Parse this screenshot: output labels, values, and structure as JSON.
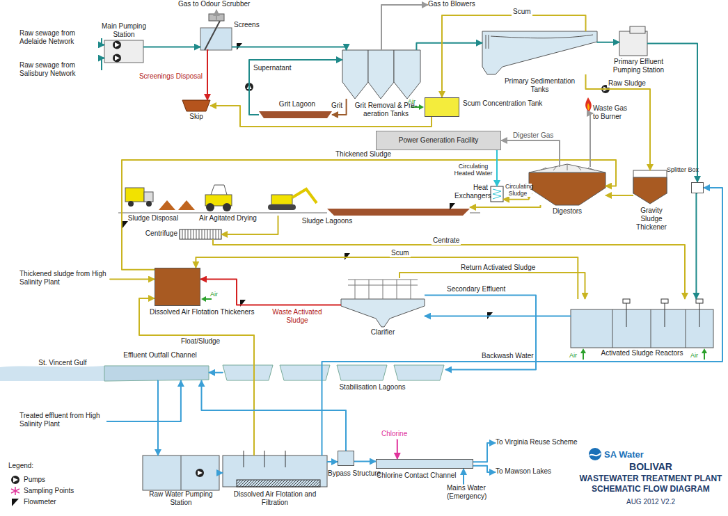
{
  "diagram": {
    "title": "WASTEWATER TREATMENT PLANT SCHEMATIC FLOW DIAGRAM",
    "nodes": [
      {
        "text": [
          "Raw sewage from Adelaide Network"
        ]
      },
      {
        "text": [
          "Raw sewage from Salisbury Network"
        ]
      },
      {
        "text": [
          "Main Pumping Station"
        ]
      },
      {
        "text": [
          "Gas to Odour Scrubber"
        ]
      },
      {
        "text": [
          "Screens"
        ]
      },
      {
        "text": [
          "Skip"
        ]
      },
      {
        "text": [
          "Grit Lagoon"
        ]
      },
      {
        "text": [
          "Grit Removal & Pre-aeration Tanks"
        ]
      },
      {
        "text": [
          "Scum Concentration Tank"
        ]
      },
      {
        "text": [
          "Gas to Blowers"
        ]
      },
      {
        "text": [
          "Primary Sedimentation Tanks"
        ]
      },
      {
        "text": [
          "Primary Effluent Pumping Station"
        ]
      },
      {
        "text": [
          "Power Generation Facility"
        ]
      },
      {
        "text": [
          "Waste Gas to Burner"
        ]
      },
      {
        "text": [
          "Digestors"
        ]
      },
      {
        "text": [
          "Heat Exchangers"
        ]
      },
      {
        "text": [
          "Gravity Sludge Thickener"
        ]
      },
      {
        "text": [
          "Splitter Box"
        ]
      },
      {
        "text": [
          "Sludge Lagoons"
        ]
      },
      {
        "text": [
          "Centrifuge"
        ]
      },
      {
        "text": [
          "Dissolved Air Flotation Thickeners"
        ]
      },
      {
        "text": [
          "Thickened sludge from High Salinity Plant"
        ]
      },
      {
        "text": [
          "Clarifier"
        ]
      },
      {
        "text": [
          "Activated Sludge Reactors"
        ]
      },
      {
        "text": [
          "Effluent Outfall Channel"
        ]
      },
      {
        "text": [
          "Stabilisation Lagoons"
        ]
      },
      {
        "text": [
          "Treated effluent from High Salinity Plant"
        ]
      },
      {
        "text": [
          "Raw Water Pumping Station"
        ]
      },
      {
        "text": [
          "Dissolved Air Flotation and Filtration"
        ]
      },
      {
        "text": [
          "Bypass Structure"
        ]
      },
      {
        "text": [
          "Chlorine Contact Channel"
        ]
      },
      {
        "text": [
          "Chlorine"
        ]
      },
      {
        "text": [
          "Mains Water (Emergency)"
        ]
      },
      {
        "text": [
          "To Virginia Reuse Scheme"
        ]
      },
      {
        "text": [
          "To Mawson Lakes"
        ]
      }
    ],
    "edges": [
      {
        "from": 0,
        "to": 2,
        "arrow": "to"
      },
      {
        "from": 1,
        "to": 2,
        "arrow": "to"
      },
      {
        "from": 2,
        "to": 4,
        "arrow": "to"
      },
      {
        "from": 4,
        "to": 3,
        "arrow": "to"
      },
      {
        "from": 4,
        "to": 5,
        "arrow": "to",
        "label": "Screenings Disposal"
      },
      {
        "from": 6,
        "to": 7,
        "arrow": "to",
        "label": "Supernatant"
      },
      {
        "from": 4,
        "to": 7,
        "arrow": "to"
      },
      {
        "from": 7,
        "to": 6,
        "arrow": "to",
        "label": "Grit"
      },
      {
        "from": 7,
        "to": 9,
        "arrow": "to"
      },
      {
        "from": 7,
        "to": 10,
        "arrow": "to"
      },
      {
        "from": 10,
        "to": 8,
        "arrow": "to",
        "label": "Scum"
      },
      {
        "from": 8,
        "to": 5,
        "arrow": "to"
      },
      {
        "from": 10,
        "to": 16,
        "arrow": "to",
        "label": "Raw Sludge"
      },
      {
        "from": 10,
        "to": 11,
        "arrow": "to"
      },
      {
        "from": 11,
        "to": 17,
        "arrow": "to"
      },
      {
        "from": 20,
        "to": 14,
        "arrow": "to",
        "label": "Thickened Sludge"
      },
      {
        "from": 16,
        "to": 14,
        "arrow": "to"
      },
      {
        "from": 14,
        "to": 12,
        "arrow": "to",
        "label": "Digester Gas"
      },
      {
        "from": 14,
        "to": 13,
        "arrow": "to"
      },
      {
        "from": 12,
        "to": 15,
        "arrow": "to",
        "label": "Circulating Heated Water"
      },
      {
        "from": 14,
        "to": 15,
        "arrow": "both",
        "label": "Circulating Sludge"
      },
      {
        "from": 14,
        "to": 18,
        "arrow": "to"
      },
      {
        "from": 18,
        "to": 19,
        "arrow": "to"
      },
      {
        "from": 19,
        "to": 23,
        "arrow": "to",
        "label": "Centrate"
      },
      {
        "from": 17,
        "to": 23,
        "arrow": "to"
      },
      {
        "from": 23,
        "to": 22,
        "arrow": "to"
      },
      {
        "from": 22,
        "to": 25,
        "arrow": "to",
        "label": "Secondary Effluent"
      },
      {
        "from": 22,
        "to": 23,
        "arrow": "to",
        "label": "Return Activated Sludge"
      },
      {
        "from": 22,
        "to": 20,
        "arrow": "to",
        "label": "Waste Activated Sludge"
      },
      {
        "from": 23,
        "to": 20,
        "arrow": "to",
        "label": "Scum"
      },
      {
        "from": 21,
        "to": 20,
        "arrow": "to"
      },
      {
        "from": 28,
        "to": 20,
        "arrow": "to",
        "label": "Float/Sludge"
      },
      {
        "from": 25,
        "to": 24,
        "arrow": "to"
      },
      {
        "from": 26,
        "to": 24,
        "arrow": "to"
      },
      {
        "from": 24,
        "to": 27,
        "arrow": "to"
      },
      {
        "from": 27,
        "to": 28,
        "arrow": "to"
      },
      {
        "from": 28,
        "to": 29,
        "arrow": "to"
      },
      {
        "from": 29,
        "to": 30,
        "arrow": "to"
      },
      {
        "from": 31,
        "to": 30,
        "arrow": "to"
      },
      {
        "from": 32,
        "to": 30,
        "arrow": "to"
      },
      {
        "from": 30,
        "to": 33,
        "arrow": "to"
      },
      {
        "from": 30,
        "to": 34,
        "arrow": "to"
      },
      {
        "from": 28,
        "to": 17,
        "arrow": "to",
        "label": "Backwash Water"
      },
      {
        "from": 29,
        "to": 24,
        "arrow": "to"
      }
    ],
    "labels": [
      "Air",
      "Air",
      "Air",
      "Air",
      "Sludge Disposal",
      "Air Agitated Drying",
      "St. Vincent Gulf",
      "Legend:",
      "SA Water",
      "BOLIVAR",
      "AUG 2012 V2.2"
    ],
    "legend": [
      {
        "text": "Pumps"
      },
      {
        "text": "Sampling Points"
      },
      {
        "text": "Flowmeter"
      }
    ]
  }
}
